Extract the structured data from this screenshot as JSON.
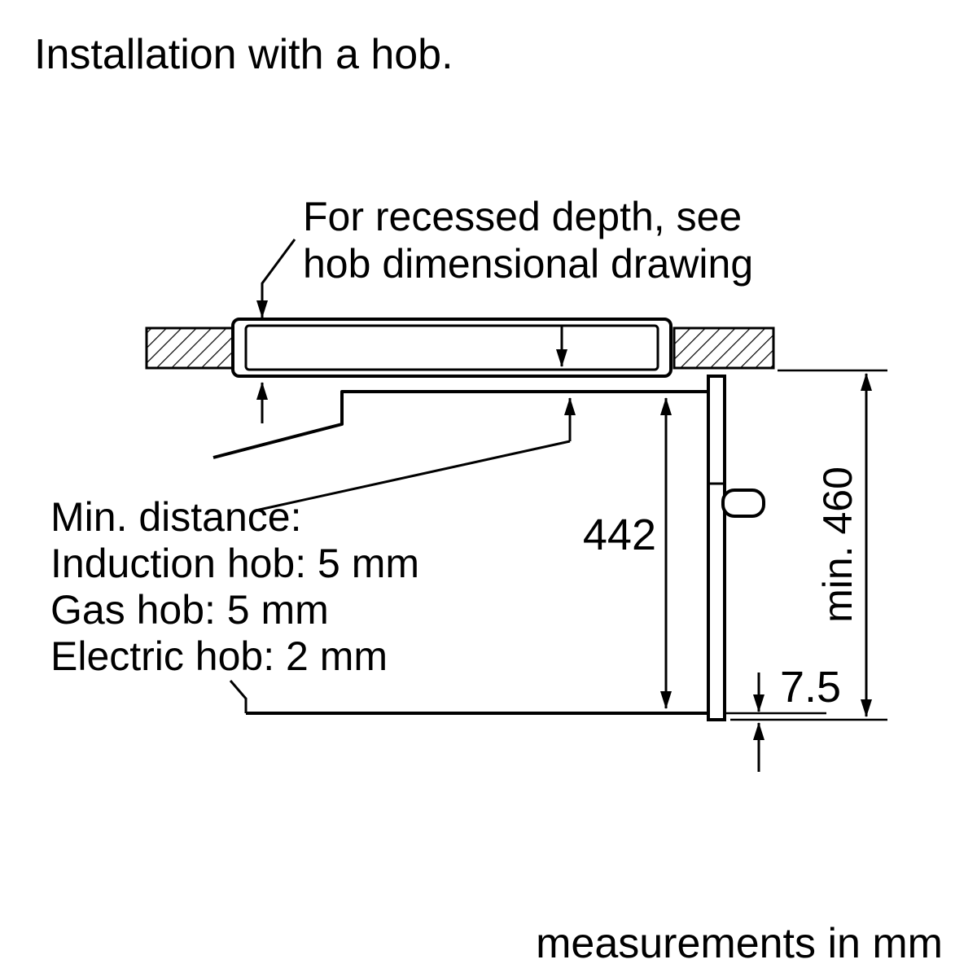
{
  "title": "Installation with a hob.",
  "annotation": {
    "line1": "For recessed depth, see",
    "line2": "hob dimensional drawing"
  },
  "min_distance": {
    "heading": "Min. distance:",
    "induction": "Induction hob: 5 mm",
    "gas": "Gas hob: 5 mm",
    "electric": "Electric hob: 2 mm"
  },
  "dimensions": {
    "oven_height_mm": "442",
    "niche_height": "min. 460",
    "bottom_gap_mm": "7.5"
  },
  "footer": "measurements in mm",
  "colors": {
    "line": "#000000",
    "background": "#ffffff"
  }
}
